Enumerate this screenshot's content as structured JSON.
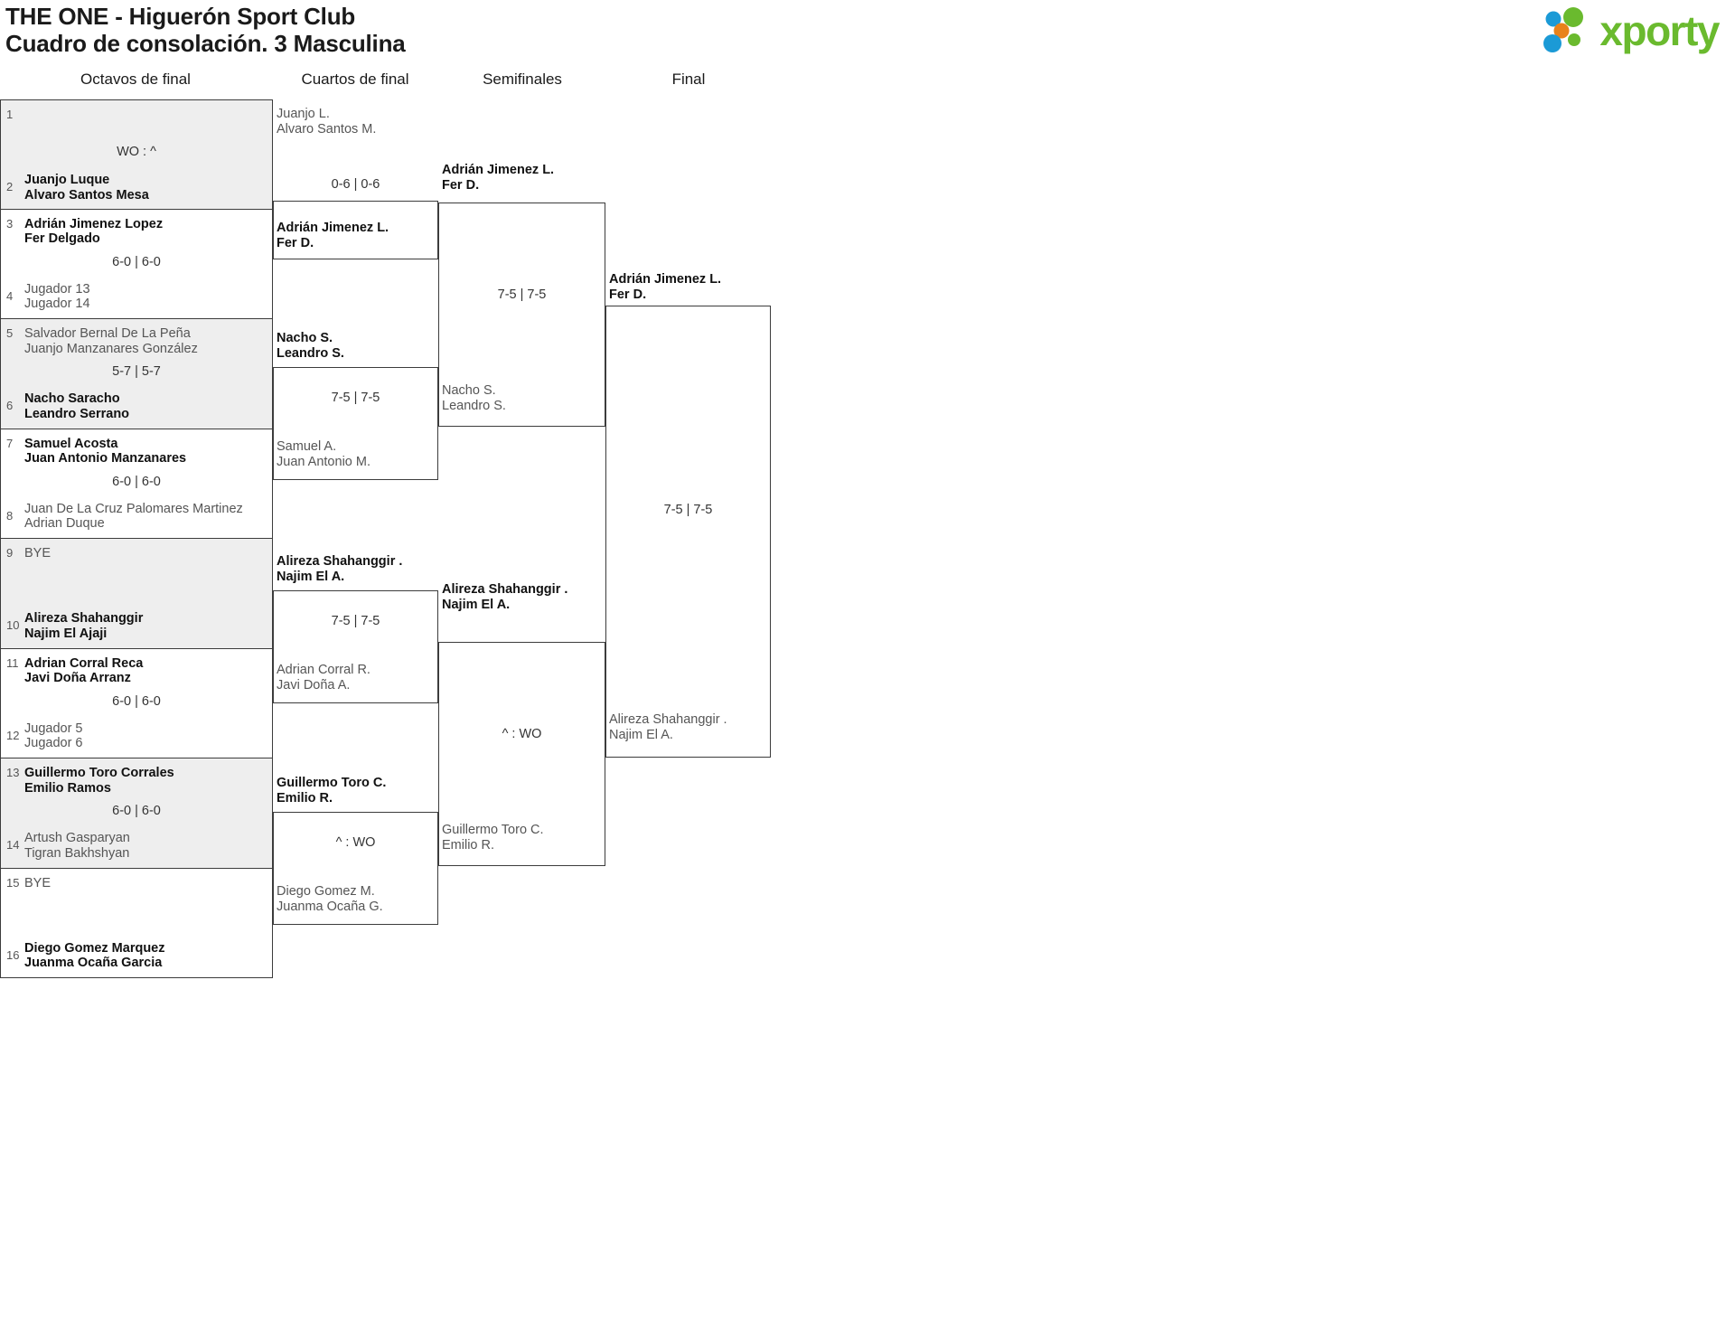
{
  "header": {
    "title_line1": "THE ONE - Higuerón Sport Club",
    "title_line2": "Cuadro de consolación. 3 Masculina",
    "logo_text": "xporty",
    "logo_colors": {
      "green": "#6aba2e",
      "blue": "#1b9ad6",
      "orange": "#e8821a"
    }
  },
  "rounds": [
    {
      "label": "Octavos de final"
    },
    {
      "label": "Cuartos de final"
    },
    {
      "label": "Semifinales"
    },
    {
      "label": "Final"
    }
  ],
  "round1": {
    "matches": [
      {
        "score": "WO : ^",
        "top": {
          "seed": "1",
          "p1": "",
          "p2": "",
          "winner": false
        },
        "bottom": {
          "seed": "2",
          "p1": "Juanjo Luque",
          "p2": "Alvaro Santos Mesa",
          "winner": true
        }
      },
      {
        "score": "6-0 | 6-0",
        "top": {
          "seed": "3",
          "p1": "Adrián Jimenez Lopez",
          "p2": "Fer Delgado",
          "winner": true
        },
        "bottom": {
          "seed": "4",
          "p1": "Jugador 13",
          "p2": "Jugador 14",
          "winner": false
        }
      },
      {
        "score": "5-7 | 5-7",
        "top": {
          "seed": "5",
          "p1": "Salvador Bernal De La Peña",
          "p2": "Juanjo Manzanares González",
          "winner": false
        },
        "bottom": {
          "seed": "6",
          "p1": "Nacho Saracho",
          "p2": "Leandro Serrano",
          "winner": true
        }
      },
      {
        "score": "6-0 | 6-0",
        "top": {
          "seed": "7",
          "p1": "Samuel Acosta",
          "p2": "Juan Antonio Manzanares",
          "winner": true
        },
        "bottom": {
          "seed": "8",
          "p1": "Juan De La Cruz Palomares Martinez",
          "p2": "Adrian Duque",
          "winner": false
        }
      },
      {
        "score": "",
        "top": {
          "seed": "9",
          "p1": "BYE",
          "p2": "",
          "winner": false
        },
        "bottom": {
          "seed": "10",
          "p1": "Alireza Shahanggir",
          "p2": "Najim El Ajaji",
          "winner": true
        }
      },
      {
        "score": "6-0 | 6-0",
        "top": {
          "seed": "11",
          "p1": "Adrian Corral Reca",
          "p2": "Javi Doña Arranz",
          "winner": true
        },
        "bottom": {
          "seed": "12",
          "p1": "Jugador 5",
          "p2": "Jugador 6",
          "winner": false
        }
      },
      {
        "score": "6-0 | 6-0",
        "top": {
          "seed": "13",
          "p1": "Guillermo Toro Corrales",
          "p2": "Emilio Ramos",
          "winner": true
        },
        "bottom": {
          "seed": "14",
          "p1": "Artush Gasparyan",
          "p2": "Tigran Bakhshyan",
          "winner": false
        }
      },
      {
        "score": "",
        "top": {
          "seed": "15",
          "p1": "BYE",
          "p2": "",
          "winner": false
        },
        "bottom": {
          "seed": "16",
          "p1": "Diego Gomez Marquez",
          "p2": "Juanma Ocaña Garcia",
          "winner": true
        }
      }
    ]
  },
  "round2": {
    "matches": [
      {
        "score": "0-6 | 0-6",
        "top": {
          "p1": "Juanjo L.",
          "p2": "Alvaro Santos M.",
          "winner": false
        },
        "bottom": {
          "p1": "Adrián Jimenez L.",
          "p2": "Fer D.",
          "winner": true
        }
      },
      {
        "score": "7-5 | 7-5",
        "top": {
          "p1": "Nacho S.",
          "p2": "Leandro S.",
          "winner": true
        },
        "bottom": {
          "p1": "Samuel A.",
          "p2": "Juan Antonio M.",
          "winner": false
        }
      },
      {
        "score": "7-5 | 7-5",
        "top": {
          "p1": "Alireza Shahanggir .",
          "p2": "Najim El A.",
          "winner": true
        },
        "bottom": {
          "p1": "Adrian Corral R.",
          "p2": "Javi Doña A.",
          "winner": false
        }
      },
      {
        "score": "^ : WO",
        "top": {
          "p1": "Guillermo Toro C.",
          "p2": "Emilio R.",
          "winner": true
        },
        "bottom": {
          "p1": "Diego Gomez M.",
          "p2": "Juanma Ocaña G.",
          "winner": false
        }
      }
    ]
  },
  "round3": {
    "matches": [
      {
        "score": "7-5 | 7-5",
        "top": {
          "p1": "Adrián Jimenez L.",
          "p2": "Fer D.",
          "winner": true
        },
        "bottom": {
          "p1": "Nacho S.",
          "p2": "Leandro S.",
          "winner": false
        }
      },
      {
        "score": "^ : WO",
        "top": {
          "p1": "Alireza Shahanggir .",
          "p2": "Najim El A.",
          "winner": true
        },
        "bottom": {
          "p1": "Guillermo Toro C.",
          "p2": "Emilio R.",
          "winner": false
        }
      }
    ]
  },
  "round4": {
    "matches": [
      {
        "score": "7-5 | 7-5",
        "top": {
          "p1": "Adrián Jimenez L.",
          "p2": "Fer D.",
          "winner": true
        },
        "bottom": {
          "p1": "Alireza Shahanggir .",
          "p2": "Najim El A.",
          "winner": false
        }
      }
    ]
  }
}
